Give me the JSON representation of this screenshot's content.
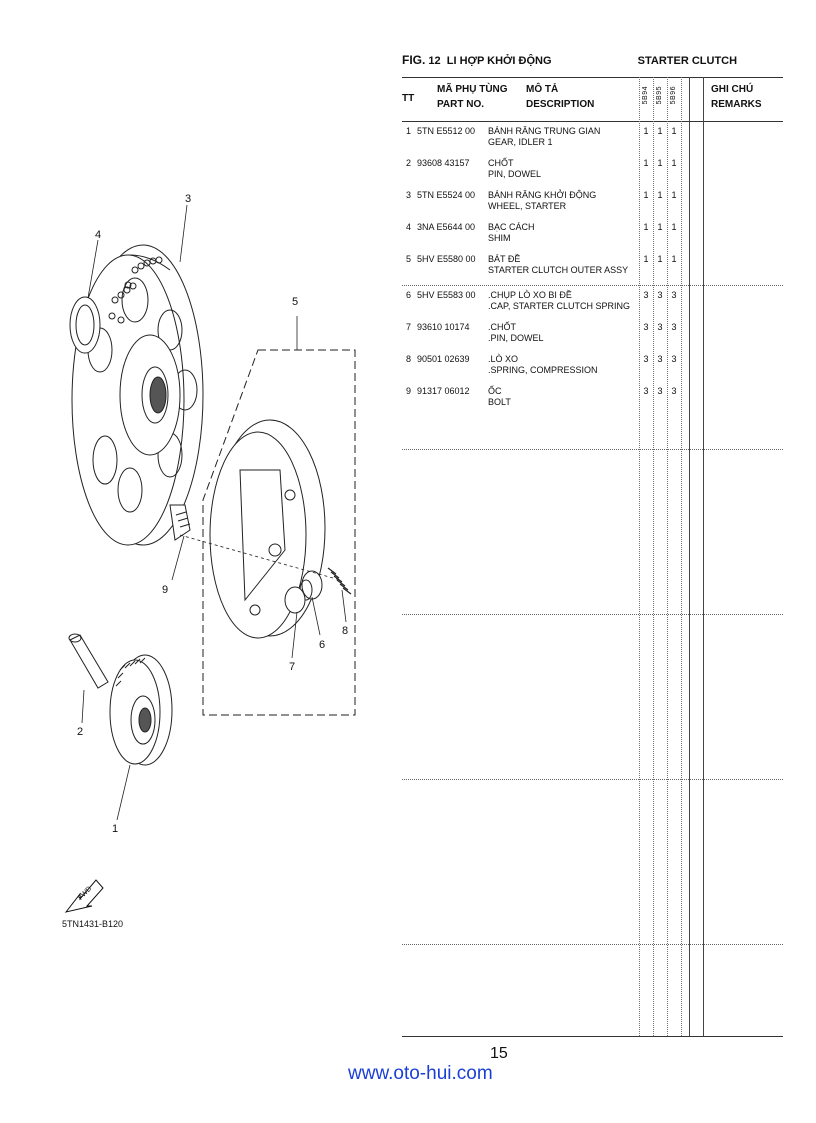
{
  "header": {
    "fig_prefix": "FIG.",
    "fig_number": "12",
    "title_vi": "LI HỢP KHỞI ĐỘNG",
    "title_en": "STARTER CLUTCH"
  },
  "table": {
    "col_tt": "TT",
    "col_partno_vi": "MÃ PHỤ TÙNG",
    "col_partno_en": "PART NO.",
    "col_desc_vi": "MÔ TẢ",
    "col_desc_en": "DESCRIPTION",
    "models": [
      "5B94",
      "5B95",
      "5B96"
    ],
    "col_remarks_vi": "GHI CHÚ",
    "col_remarks_en": "REMARKS",
    "rows": [
      {
        "tt": "1",
        "part_no": "5TN  E5512  00",
        "desc_vi": "BÁNH RĂNG TRUNG GIAN",
        "desc_en": "GEAR, IDLER 1",
        "qty": [
          "1",
          "1",
          "1"
        ]
      },
      {
        "tt": "2",
        "part_no": "93608  43157",
        "desc_vi": "CHỐT",
        "desc_en": "PIN, DOWEL",
        "qty": [
          "1",
          "1",
          "1"
        ]
      },
      {
        "tt": "3",
        "part_no": "5TN  E5524  00",
        "desc_vi": "BÁNH RĂNG KHỞI ĐỘNG",
        "desc_en": "WHEEL, STARTER",
        "qty": [
          "1",
          "1",
          "1"
        ]
      },
      {
        "tt": "4",
        "part_no": "3NA  E5644  00",
        "desc_vi": "BẠC CÁCH",
        "desc_en": "SHIM",
        "qty": [
          "1",
          "1",
          "1"
        ]
      },
      {
        "tt": "5",
        "part_no": "5HV  E5580  00",
        "desc_vi": "BÁT ĐỀ",
        "desc_en": "STARTER CLUTCH OUTER ASSY",
        "qty": [
          "1",
          "1",
          "1"
        ]
      },
      {
        "tt": "6",
        "part_no": "5HV  E5583  00",
        "desc_vi": ".CHỤP LÒ XO BI ĐỀ",
        "desc_en": ".CAP, STARTER CLUTCH SPRING",
        "qty": [
          "3",
          "3",
          "3"
        ]
      },
      {
        "tt": "7",
        "part_no": "93610  10174",
        "desc_vi": ".CHỐT",
        "desc_en": ".PIN, DOWEL",
        "qty": [
          "3",
          "3",
          "3"
        ]
      },
      {
        "tt": "8",
        "part_no": "90501  02639",
        "desc_vi": ".LÒ XO",
        "desc_en": ".SPRING, COMPRESSION",
        "qty": [
          "3",
          "3",
          "3"
        ]
      },
      {
        "tt": "9",
        "part_no": "91317  06012",
        "desc_vi": "ỐC",
        "desc_en": "BOLT",
        "qty": [
          "3",
          "3",
          "3"
        ]
      }
    ]
  },
  "diagram": {
    "callouts": [
      "1",
      "2",
      "3",
      "4",
      "5",
      "6",
      "7",
      "8",
      "9"
    ],
    "fwd_label": "FWD",
    "drawing_code": "5TN1431-B120"
  },
  "footer": {
    "page_number": "15",
    "website": "www.oto-hui.com",
    "website_color": "#1a3fd6"
  }
}
